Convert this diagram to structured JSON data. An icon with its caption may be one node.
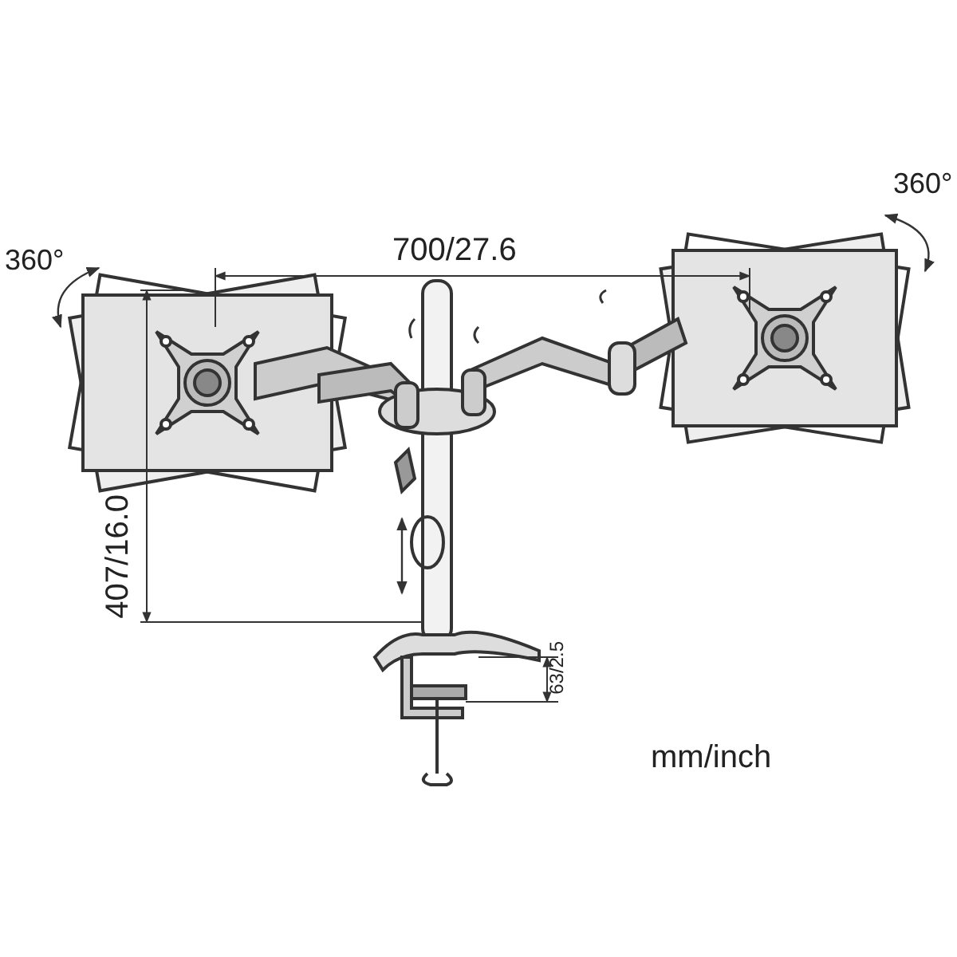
{
  "diagram": {
    "labels": [
      "360°",
      "360°",
      "700/27.6",
      "407/16.0",
      "63/2.5",
      "mm/inch"
    ]
  }
}
